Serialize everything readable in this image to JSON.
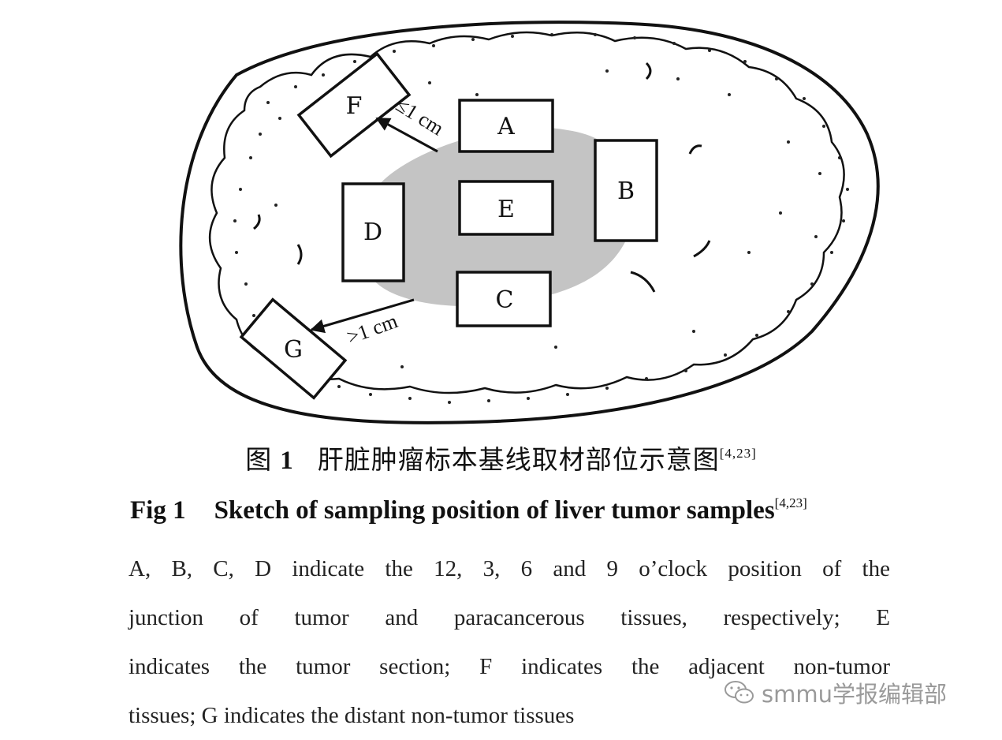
{
  "figure": {
    "labels": {
      "A": "A",
      "B": "B",
      "C": "C",
      "D": "D",
      "E": "E",
      "F": "F",
      "G": "G"
    },
    "distance_near": "≤1 cm",
    "distance_far": ">1 cm",
    "colors": {
      "tumor": "#c4c4c4",
      "outline": "#111111",
      "background": "#ffffff"
    }
  },
  "caption": {
    "cn_prefix": "图",
    "cn_number": "1",
    "cn_title": "肝脏肿瘤标本基线取材部位示意图",
    "cn_ref": "[4,23]",
    "en_prefix": "Fig 1",
    "en_title": "Sketch of sampling position of liver tumor samples",
    "en_ref": "[4,23]"
  },
  "legend": {
    "line1": "A, B, C, D indicate the 12, 3, 6 and 9 o’clock position of the",
    "line2": "junction of tumor and paracancerous tissues, respectively; E",
    "line3": "indicates the tumor section; F indicates the adjacent non-tumor",
    "line4": "tissues; G indicates the distant non-tumor tissues"
  },
  "watermark": {
    "text": "smmu学报编辑部",
    "icon": "wechat-icon",
    "color": "#9a9a9a"
  }
}
